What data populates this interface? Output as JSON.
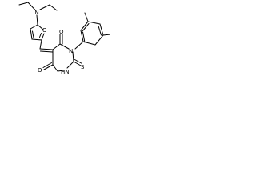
{
  "molecule": {
    "atoms": {
      "amine_n": "N",
      "furan_o": "O",
      "carbonyl_o_top": "O",
      "carbonyl_o_bottom": "O",
      "ring_n1": "N",
      "ring_nh": "HN",
      "thione_s": "S"
    }
  }
}
